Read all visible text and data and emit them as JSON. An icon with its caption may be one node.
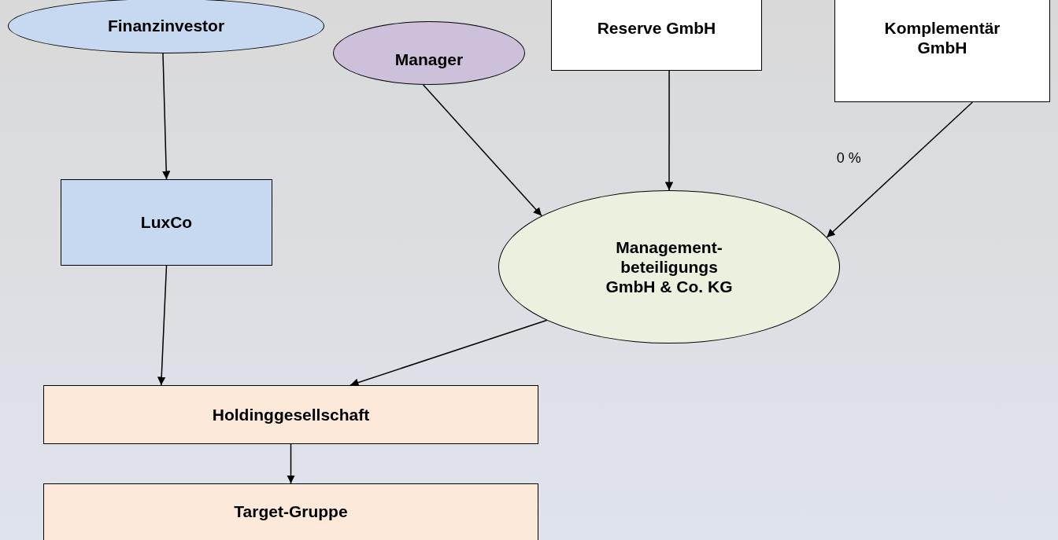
{
  "diagram": {
    "nodes": [
      {
        "text": [
          "Finanzinvestor"
        ]
      },
      {
        "text": [
          "Manager"
        ]
      },
      {
        "text": [
          "Reserve GmbH"
        ]
      },
      {
        "text": [
          "Komplementär GmbH"
        ]
      },
      {
        "text": [
          "LuxCo"
        ]
      },
      {
        "text": [
          "Management- beteiligungs GmbH & Co. KG"
        ]
      },
      {
        "text": [
          "Holdinggesellschaft"
        ]
      },
      {
        "text": [
          "Target-Gruppe"
        ]
      }
    ],
    "edges": [
      {
        "from": 0,
        "to": 4,
        "arrow": "to"
      },
      {
        "from": 4,
        "to": 6,
        "arrow": "to"
      },
      {
        "from": 1,
        "to": 5,
        "arrow": "to"
      },
      {
        "from": 2,
        "to": 5,
        "arrow": "to"
      },
      {
        "from": 3,
        "to": 5,
        "arrow": "to",
        "label": "0 %"
      },
      {
        "from": 5,
        "to": 6,
        "arrow": "to"
      },
      {
        "from": 6,
        "to": 7,
        "arrow": "to"
      }
    ]
  }
}
